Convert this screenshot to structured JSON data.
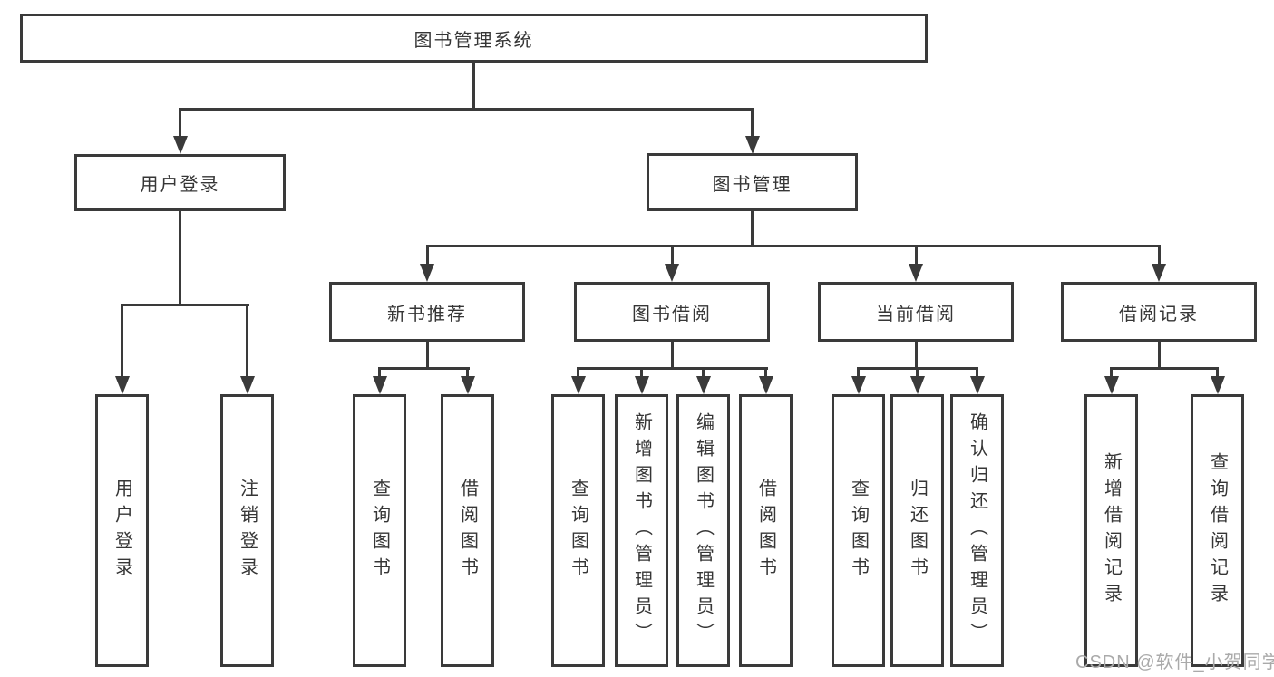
{
  "diagram": {
    "root": {
      "label": "图书管理系统"
    },
    "level2": [
      {
        "label": "用户登录"
      },
      {
        "label": "图书管理"
      }
    ],
    "level3": [
      {
        "label": "新书推荐"
      },
      {
        "label": "图书借阅"
      },
      {
        "label": "当前借阅"
      },
      {
        "label": "借阅记录"
      }
    ],
    "leaves": [
      {
        "label": "用户登录"
      },
      {
        "label": "注销登录"
      },
      {
        "label": "查询图书"
      },
      {
        "label": "借阅图书"
      },
      {
        "label": "查询图书"
      },
      {
        "label": "新增图书（管理员）"
      },
      {
        "label": "编辑图书（管理员）"
      },
      {
        "label": "借阅图书"
      },
      {
        "label": "查询图书"
      },
      {
        "label": "归还图书"
      },
      {
        "label": "确认归还（管理员）"
      },
      {
        "label": "新增借阅记录"
      },
      {
        "label": "查询借阅记录"
      }
    ]
  },
  "watermark": {
    "text": "CSDN @软件_小贺同学"
  },
  "colors": {
    "line": "#3a3a3a",
    "text": "#363636",
    "watermark": "#aaaaaa",
    "background": "#ffffff"
  }
}
